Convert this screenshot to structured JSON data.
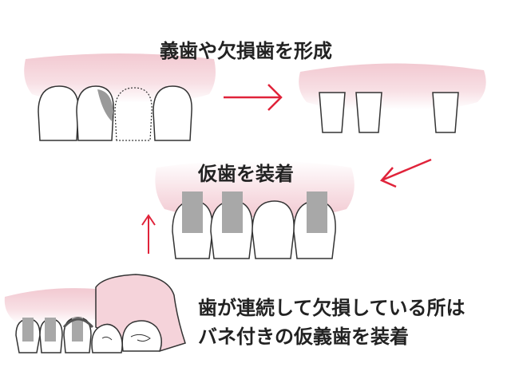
{
  "steps": {
    "step1": {
      "label": "義歯や欠損歯を形成"
    },
    "step2": {
      "label": "仮歯を装着"
    },
    "step3": {
      "line1": "歯が連続して欠損している所は",
      "line2": "バネ付きの仮義歯を装着"
    }
  },
  "colors": {
    "gum": "#f5d3da",
    "arrow": "#e0233a",
    "outline": "#333333",
    "abutment": "#a8a8a8"
  }
}
